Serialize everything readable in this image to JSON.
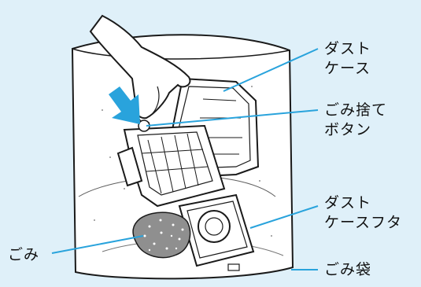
{
  "labels": {
    "dust_case": "ダスト\nケース",
    "dump_button": "ごみ捨て\nボタン",
    "dust_case_lid": "ダスト\nケースフタ",
    "garbage": "ごみ",
    "garbage_bag": "ごみ袋"
  },
  "colors": {
    "background": "#dff0f9",
    "leader_line": "#29a3dc",
    "press_arrow": "#29a3dc",
    "outline": "#1a1a1a"
  },
  "icons": [
    "press-arrow-icon"
  ]
}
